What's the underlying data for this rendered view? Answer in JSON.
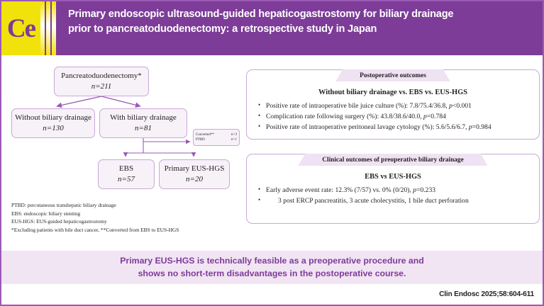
{
  "header": {
    "logo_text": "Ce",
    "title_line1": "Primary endoscopic ultrasound-guided hepaticogastrostomy for biliary drainage",
    "title_line2": "prior to pancreatoduodenectomy: a retrospective study in Japan",
    "bg_color": "#7d3c98",
    "logo_bg_color": "#f2e20c"
  },
  "flowchart": {
    "nodes": [
      {
        "label": "Pancreatoduodenectomy*",
        "value": "n=211"
      },
      {
        "label": "Without biliary drainage",
        "value": "n=130"
      },
      {
        "label": "With biliary drainage",
        "value": "n=81"
      },
      {
        "label": "EBS",
        "value": "n=57"
      },
      {
        "label": "Primary EUS-HGS",
        "value": "n=20"
      }
    ],
    "converted_box": {
      "row1_label": "Converted**",
      "row1_value": "n=3",
      "row2_label": "PTBD",
      "row2_value": "n=1"
    },
    "footnotes": [
      "PTBD: percutaneous transhepatic biliary drainage",
      "EBS: endoscopic biliary stenting",
      "EUS-HGS: EUS-guided hepaticogastrostomy",
      "*Excluding patients with bile duct cancer, **Converted from EBS to EUS-HGS"
    ]
  },
  "panels": [
    {
      "tab_title": "Postoperative outcomes",
      "subtitle": "Without biliary drainage vs. EBS vs. EUS-HGS",
      "bullets": [
        {
          "text": "Positive rate of intraoperative bile juice culture (%): 7.8/75.4/36.8, ",
          "stat_italic": "p",
          "stat_rest": "<0.001"
        },
        {
          "text": "Complication rate following surgery (%): 43.8/38.6/40.0, ",
          "stat_italic": "p",
          "stat_rest": "=0.784"
        },
        {
          "text": "Positive rate of intraoperative peritoneal lavage cytology (%): 5.6/5.6/6.7, ",
          "stat_italic": "p",
          "stat_rest": "=0.984"
        }
      ]
    },
    {
      "tab_title": "Clinical outcomes of preoperative biliary drainage",
      "subtitle": "EBS vs EUS-HGS",
      "bullets": [
        {
          "text": "Early adverse event rate: 12.3% (7/57) vs. 0% (0/20), ",
          "stat_italic": "p",
          "stat_rest": "=0.233"
        }
      ],
      "subline": "3 post ERCP pancreatitis, 3 acute cholecystitis, 1 bile duct perforation"
    }
  ],
  "conclusion": {
    "line1": "Primary EUS-HGS is technically feasible as a preoperative procedure and",
    "line2": "shows no short-term disadvantages in the postoperative course.",
    "color": "#7d3c98",
    "bg_color": "#f1e4f3"
  },
  "citation": "Clin Endosc 2025;58:604-611"
}
